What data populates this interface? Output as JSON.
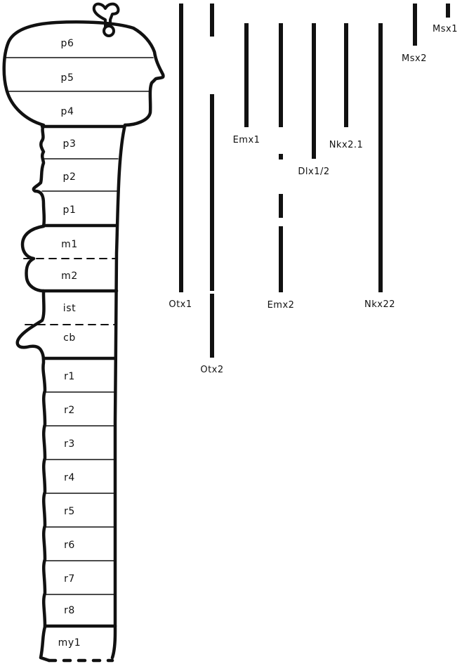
{
  "colors": {
    "ink": "#111111",
    "background": "#ffffff"
  },
  "neural_tube": {
    "segments": [
      {
        "id": "p6",
        "label": "p6"
      },
      {
        "id": "p5",
        "label": "p5"
      },
      {
        "id": "p4",
        "label": "p4"
      },
      {
        "id": "p3",
        "label": "p3"
      },
      {
        "id": "p2",
        "label": "p2"
      },
      {
        "id": "p1",
        "label": "p1"
      },
      {
        "id": "m1",
        "label": "m1"
      },
      {
        "id": "m2",
        "label": "m2"
      },
      {
        "id": "ist",
        "label": "ist"
      },
      {
        "id": "cb",
        "label": "cb"
      },
      {
        "id": "r1",
        "label": "r1"
      },
      {
        "id": "r2",
        "label": "r2"
      },
      {
        "id": "r3",
        "label": "r3"
      },
      {
        "id": "r4",
        "label": "r4"
      },
      {
        "id": "r5",
        "label": "r5"
      },
      {
        "id": "r6",
        "label": "r6"
      },
      {
        "id": "r7",
        "label": "r7"
      },
      {
        "id": "r8",
        "label": "r8"
      },
      {
        "id": "my1",
        "label": "my1"
      }
    ]
  },
  "genes": [
    {
      "id": "otx1",
      "label": "Otx1"
    },
    {
      "id": "otx2",
      "label": "Otx2"
    },
    {
      "id": "emx1",
      "label": "Emx1"
    },
    {
      "id": "emx2",
      "label": "Emx2"
    },
    {
      "id": "dlx12",
      "label": "Dlx1/2"
    },
    {
      "id": "nkx21",
      "label": "Nkx2.1"
    },
    {
      "id": "nkx22",
      "label": "Nkx22"
    },
    {
      "id": "msx2",
      "label": "Msx2"
    },
    {
      "id": "msx1",
      "label": "Msx1"
    }
  ]
}
